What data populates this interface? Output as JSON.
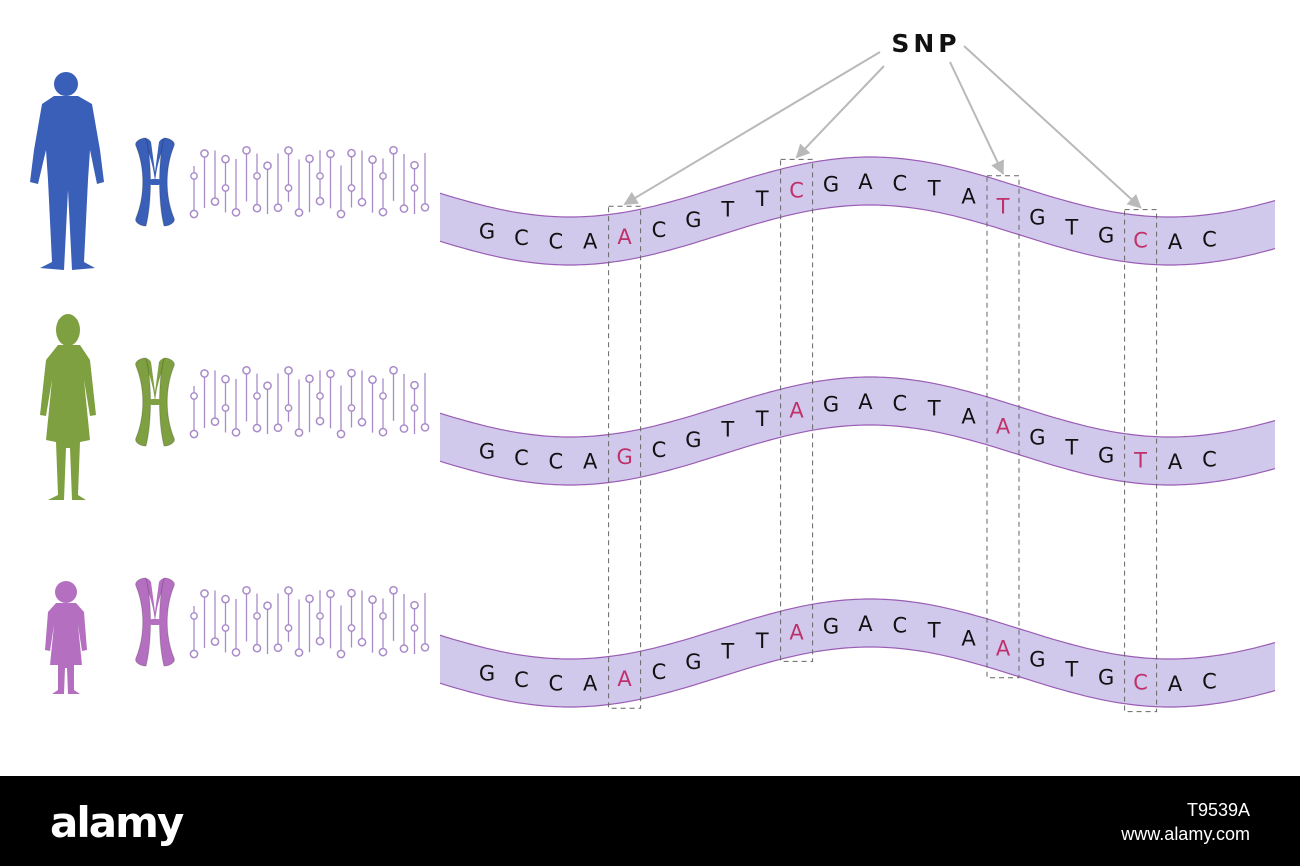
{
  "title": "SNP",
  "colors": {
    "person1": "#3a5fb8",
    "person2": "#7fa040",
    "person3": "#b56fc0",
    "dna": "#a98bc9",
    "band": "#c8c0e8",
    "band_edge": "#9a5cb4",
    "snp_base": "#c0306a",
    "base": "#111111",
    "arrow": "#b9b9b9"
  },
  "individuals": [
    {
      "figure": "man-icon",
      "chromosome_color": "#3a5fb8",
      "sequence": [
        "G",
        "C",
        "C",
        "A",
        "A",
        "C",
        "G",
        "T",
        "T",
        "C",
        "G",
        "A",
        "C",
        "T",
        "A",
        "T",
        "G",
        "T",
        "G",
        "C",
        "A",
        "C"
      ]
    },
    {
      "figure": "woman-icon",
      "chromosome_color": "#7fa040",
      "sequence": [
        "G",
        "C",
        "C",
        "A",
        "G",
        "C",
        "G",
        "T",
        "T",
        "A",
        "G",
        "A",
        "C",
        "T",
        "A",
        "A",
        "G",
        "T",
        "G",
        "T",
        "A",
        "C"
      ]
    },
    {
      "figure": "child-icon",
      "chromosome_color": "#b56fc0",
      "sequence": [
        "G",
        "C",
        "C",
        "A",
        "A",
        "C",
        "G",
        "T",
        "T",
        "A",
        "G",
        "A",
        "C",
        "T",
        "A",
        "A",
        "G",
        "T",
        "G",
        "C",
        "A",
        "C"
      ]
    }
  ],
  "snp_positions": [
    4,
    9,
    15,
    19
  ],
  "footer": {
    "brand": "alamy",
    "image_id": "T9539A",
    "site": "www.alamy.com"
  }
}
